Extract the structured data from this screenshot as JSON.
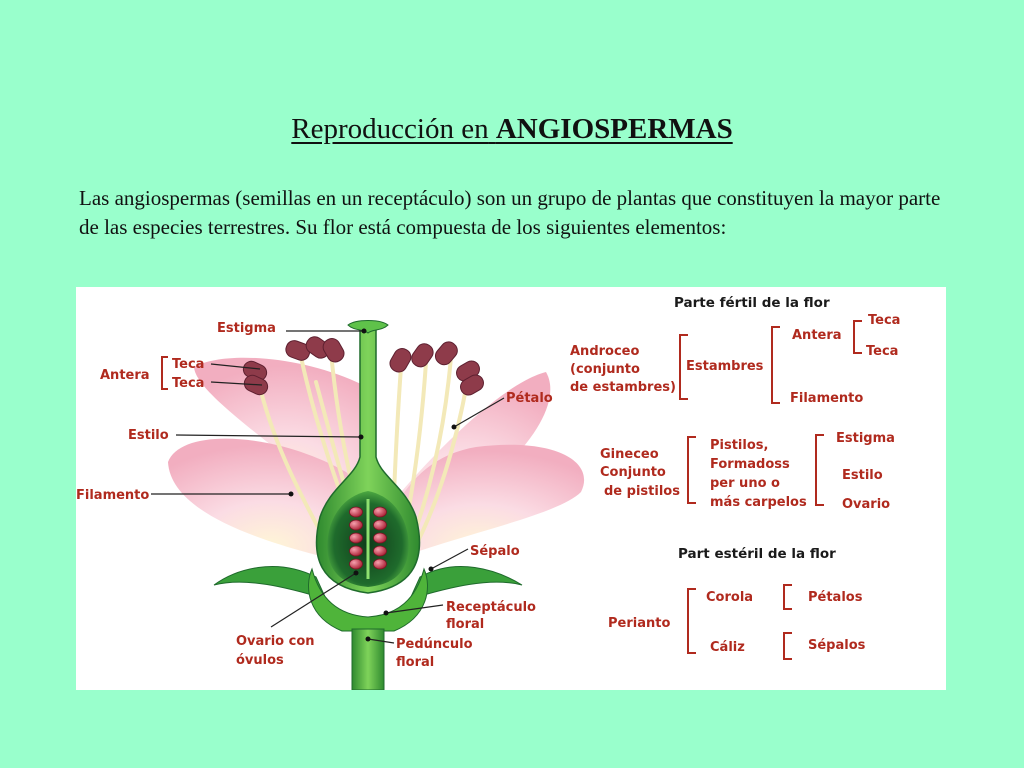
{
  "title": {
    "prefix": "Reproducción en",
    "emphasis": "ANGIOSPERMAS"
  },
  "intro_text": "Las angiospermas (semillas en un receptáculo) son un grupo de plantas que constituyen la mayor parte de las especies terrestres. Su flor está compuesta de los siguientes elementos:",
  "flower_labels": {
    "estigma": "Estigma",
    "antera": "Antera",
    "teca_1": "Teca",
    "teca_2": "Teca",
    "estilo": "Estilo",
    "filamento": "Filamento",
    "petalo": "Pétalo",
    "sepalo": "Sépalo",
    "receptaculo_1": "Receptáculo",
    "receptaculo_2": "floral",
    "ovario_1": "Ovario con",
    "ovario_2": "óvulos",
    "pedunculo_1": "Pedúnculo",
    "pedunculo_2": "floral"
  },
  "fertil": {
    "heading": "Parte fértil de la flor",
    "androceo_1": "Androceo",
    "androceo_2": "(conjunto",
    "androceo_3": "de estambres)",
    "estambres": "Estambres",
    "antera": "Antera",
    "teca_1": "Teca",
    "teca_2": "Teca",
    "filamento": "Filamento",
    "gineceo_1": "Gineceo",
    "gineceo_2": "Conjunto",
    "gineceo_3": "de pistilos",
    "pistilos_1": "Pistilos,",
    "pistilos_2": "Formadoss",
    "pistilos_3": "per uno o",
    "pistilos_4": "más carpelos",
    "estigma": "Estigma",
    "estilo": "Estilo",
    "ovario": "Ovario"
  },
  "esteril": {
    "heading": "Part estéril de la flor",
    "periante": "Perianto",
    "corola": "Corola",
    "caliz": "Cáliz",
    "petalos": "Pétalos",
    "sepalos": "Sépalos"
  },
  "colors": {
    "background": "#99FFCC",
    "label_red": "#b02a1e",
    "petal_pink": "#f6c6d2",
    "pistil_green": "#3aa03a",
    "ovule_red": "#c0283c"
  }
}
